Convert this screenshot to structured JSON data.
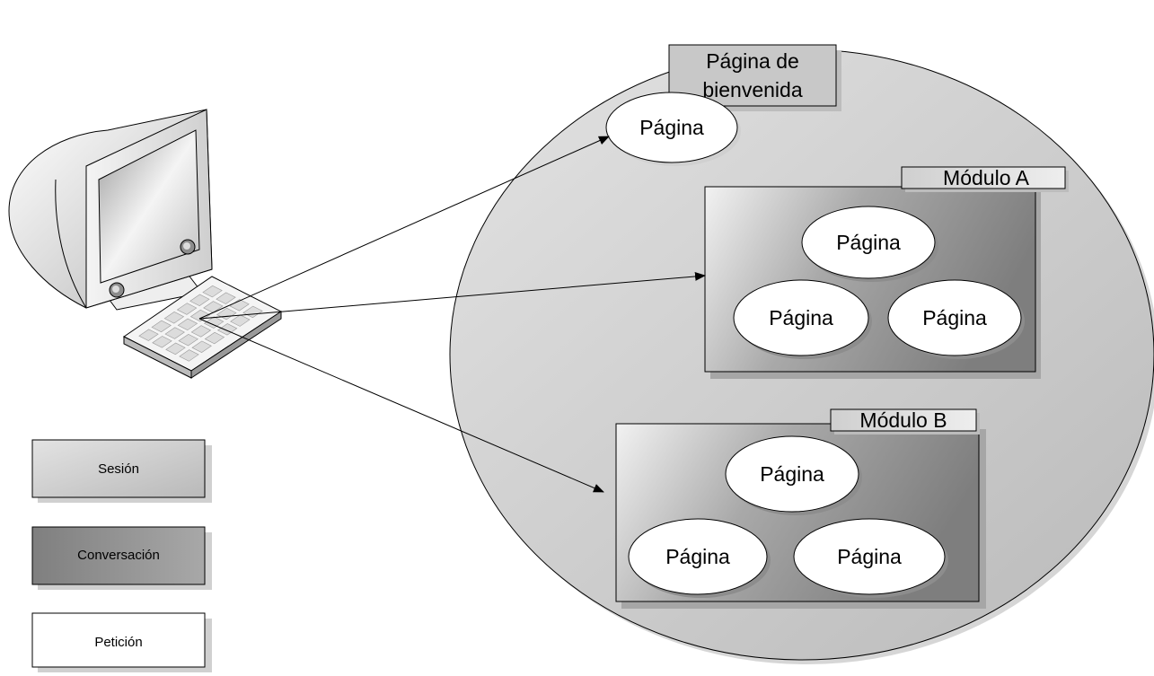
{
  "welcome_label_line1": "Página de",
  "welcome_label_line2": "bienvenida",
  "page_label": "Página",
  "module_a": {
    "title": "Módulo A",
    "pages": [
      "Página",
      "Página",
      "Página"
    ]
  },
  "module_b": {
    "title": "Módulo B",
    "pages": [
      "Página",
      "Página",
      "Página"
    ]
  },
  "legend": {
    "items": [
      {
        "label": "Sesión",
        "style": "session"
      },
      {
        "label": "Conversación",
        "style": "conversation"
      },
      {
        "label": "Petición",
        "style": "request"
      }
    ]
  },
  "colors": {
    "session_fill": "#c9c9c9",
    "conversation_fill": "#8a8a8a",
    "request_fill": "#ffffff",
    "stroke": "#000000"
  }
}
